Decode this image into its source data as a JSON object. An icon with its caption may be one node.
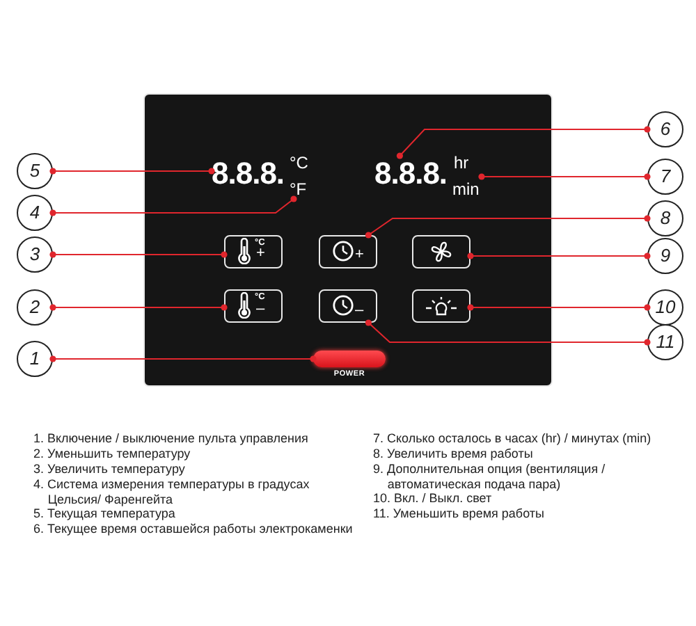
{
  "diagram": {
    "nodes": [
      {
        "text": [],
        "shape": "box"
      },
      {
        "text": [
          "8.8.8."
        ],
        "in": 0
      },
      {
        "text": [
          "°C",
          "°F"
        ],
        "in": 0
      },
      {
        "text": [
          "8.8.8."
        ],
        "in": 0
      },
      {
        "text": [
          "hr",
          "min"
        ],
        "in": 0
      },
      {
        "text": [
          "°C",
          "+"
        ],
        "in": 0
      },
      {
        "text": [
          "+"
        ],
        "in": 0
      },
      {
        "text": [],
        "shape": "box",
        "in": 0
      },
      {
        "text": [
          "°C",
          "–"
        ],
        "in": 0
      },
      {
        "text": [
          "–"
        ],
        "in": 0
      },
      {
        "text": [],
        "shape": "box",
        "in": 0
      },
      {
        "text": [],
        "shape": "bar",
        "in": 0,
        "beside": [
          "POWER"
        ]
      },
      {
        "text": [
          "5"
        ]
      },
      {
        "text": [
          "4"
        ]
      },
      {
        "text": [
          "3"
        ]
      },
      {
        "text": [
          "2"
        ]
      },
      {
        "text": [
          "1"
        ]
      },
      {
        "text": [
          "6"
        ]
      },
      {
        "text": [
          "7"
        ]
      },
      {
        "text": [
          "8"
        ]
      },
      {
        "text": [
          "9"
        ]
      },
      {
        "text": [
          "10"
        ]
      },
      {
        "text": [
          "11"
        ]
      }
    ],
    "edges": [
      {
        "from": 12,
        "to": 1,
        "arrow": "other"
      },
      {
        "from": 13,
        "to": 2,
        "arrow": "other"
      },
      {
        "from": 14,
        "to": 5,
        "arrow": "other"
      },
      {
        "from": 15,
        "to": 8,
        "arrow": "other"
      },
      {
        "from": 16,
        "to": 11,
        "arrow": "other"
      },
      {
        "from": 17,
        "to": 3,
        "arrow": "other"
      },
      {
        "from": 18,
        "to": 4,
        "arrow": "other"
      },
      {
        "from": 19,
        "to": 6,
        "arrow": "other"
      },
      {
        "from": 20,
        "to": 7,
        "arrow": "other"
      },
      {
        "from": 21,
        "to": 10,
        "arrow": "other"
      },
      {
        "from": 22,
        "to": 9,
        "arrow": "other"
      }
    ],
    "labels": [
      "1. Включение / выключение пульта управления",
      "2. Уменьшить температуру",
      "3. Увеличить температуру",
      "4. Система измерения температуры в градусах Цельсия/ Фаренгейта",
      "5. Текущая температура",
      "6. Текущее время оставшейся работы электрокаменки",
      "7. Сколько осталось в часах (hr) / минутах (min)",
      "8. Увеличить время работы",
      "9. Дополнительная опция (вентиляция / автоматическая подача пара)",
      "10. Вкл. / Выкл. свет",
      "11. Уменьшить время работы"
    ]
  }
}
